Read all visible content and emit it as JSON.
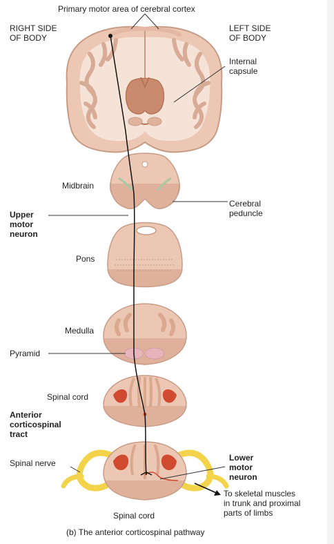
{
  "labels": {
    "top": "Primary motor area of cerebral cortex",
    "right_side": [
      "RIGHT SIDE",
      "OF BODY"
    ],
    "left_side": [
      "LEFT SIDE",
      "OF BODY"
    ],
    "internal_capsule": [
      "Internal",
      "capsule"
    ],
    "midbrain": "Midbrain",
    "cerebral_peduncle": [
      "Cerebral",
      "peduncle"
    ],
    "upper_motor_neuron": [
      "Upper",
      "motor",
      "neuron"
    ],
    "pons": "Pons",
    "medulla": "Medulla",
    "pyramid": "Pyramid",
    "spinal_cord_upper": "Spinal cord",
    "anterior_tract": [
      "Anterior",
      "corticospinal",
      "tract"
    ],
    "spinal_nerve": "Spinal nerve",
    "lower_motor_neuron": [
      "Lower",
      "motor",
      "neuron"
    ],
    "to_skeletal": [
      "To skeletal muscles",
      "in trunk and proximal",
      "parts of limbs"
    ],
    "spinal_cord_lower": "Spinal cord"
  },
  "caption": "(b) The anterior corticospinal pathway",
  "colors": {
    "tissue": "#ecc7b4",
    "tissue_edge": "#c79c86",
    "gray_matter": "#d9a88f",
    "red_horn": "#cf4a2f",
    "nerve": "#f2d34a",
    "pyramid": "#e6b5bb",
    "pathway": "#111111"
  }
}
